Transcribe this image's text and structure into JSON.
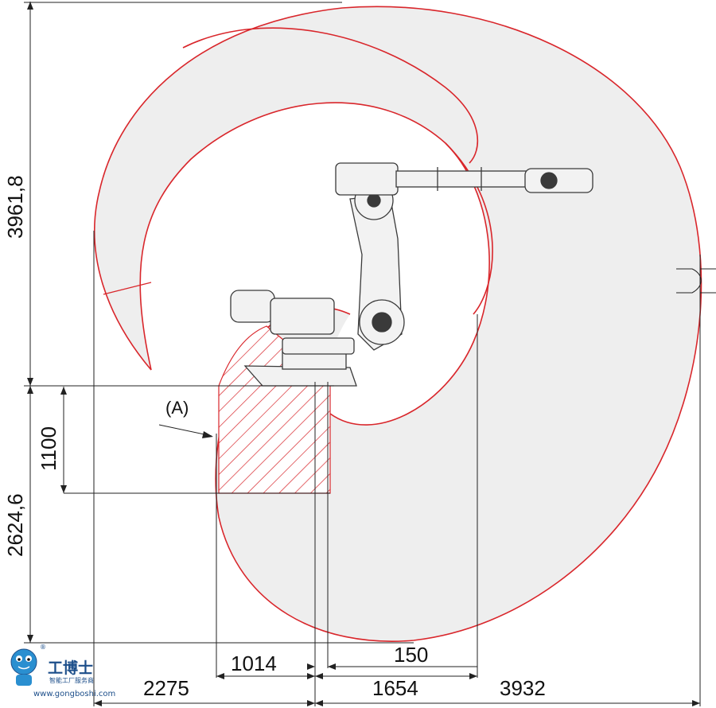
{
  "dimensions": {
    "height_top": "3961,8",
    "height_bottom": "2624,6",
    "height_1100": "1100",
    "width_1014": "1014",
    "width_150": "150",
    "width_2275": "2275",
    "width_1654": "1654",
    "width_3932": "3932"
  },
  "labels": {
    "area_a": "(A)"
  },
  "watermark": {
    "brand_cn": "工博士",
    "sub_cn": "智能工厂服务商",
    "url": "www.gongboshi.com",
    "registered": "®"
  },
  "colors": {
    "envelope_stroke": "#d9262b",
    "envelope_fill": "#eeeeee",
    "line": "#222222",
    "robot_fill": "#f2f2f2",
    "robot_dark": "#3a3a3a",
    "watermark": "#1c4e8a"
  }
}
